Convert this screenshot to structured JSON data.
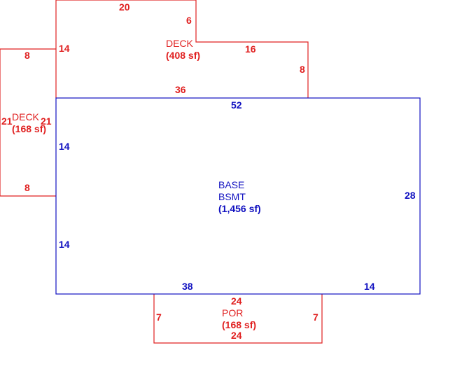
{
  "colors": {
    "deck": "#e02020",
    "base": "#1010c0"
  },
  "upper_deck": {
    "name": "DECK",
    "area": "(408 sf)",
    "dims": {
      "top": "20",
      "step_down": "6",
      "upper_right": "16",
      "right": "8",
      "bottom": "36",
      "left": "14"
    }
  },
  "left_deck": {
    "name": "DECK",
    "area": "(168 sf)",
    "dims": {
      "top": "8",
      "left": "21",
      "right": "21",
      "bottom": "8"
    }
  },
  "base": {
    "name_line1": "BASE",
    "name_line2": "BSMT",
    "area": "(1,456 sf)",
    "dims": {
      "top": "52",
      "left_upper": "14",
      "left_lower": "14",
      "right": "28",
      "bottom_left": "38",
      "bottom_right": "14"
    }
  },
  "porch": {
    "name": "POR",
    "area": "(168 sf)",
    "dims": {
      "top": "24",
      "left": "7",
      "right": "7",
      "bottom": "24"
    }
  }
}
